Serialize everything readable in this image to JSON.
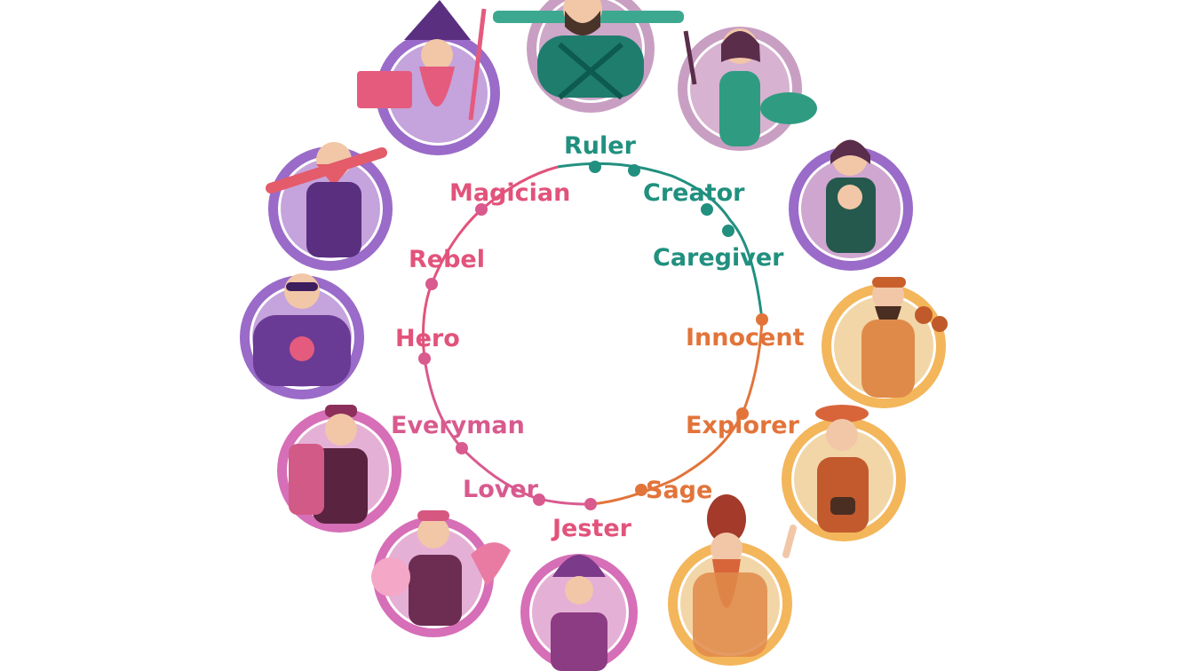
{
  "colors": {
    "teal": "#21907f",
    "orange": "#e2743a",
    "pink": "#e2537b",
    "rose": "#d85a8e",
    "lavender": "#ba86c6",
    "purple": "#6a3b94",
    "violet": "#9a6bc8",
    "mauve": "#c89fc2",
    "gold": "#f3b65a",
    "sand": "#f2d6a7",
    "magenta": "#d66fb7",
    "background": "#ffffff"
  },
  "archetypes": [
    {
      "label": "Ruler",
      "color": "teal",
      "figure": "warrior-with-sword"
    },
    {
      "label": "Creator",
      "color": "teal",
      "figure": "painter-with-palette"
    },
    {
      "label": "Caregiver",
      "color": "teal",
      "figure": "parent-with-baby"
    },
    {
      "label": "Innocent",
      "color": "orange",
      "figure": "hippie-with-flowers"
    },
    {
      "label": "Explorer",
      "color": "orange",
      "figure": "traveler-with-binoculars"
    },
    {
      "label": "Sage",
      "color": "orange",
      "figure": "sage-with-turban"
    },
    {
      "label": "Jester",
      "color": "pink",
      "figure": "jester"
    },
    {
      "label": "Lover",
      "color": "rose",
      "figure": "lover-with-flowers"
    },
    {
      "label": "Everyman",
      "color": "rose",
      "figure": "delivery-man"
    },
    {
      "label": "Hero",
      "color": "pink",
      "figure": "superhero"
    },
    {
      "label": "Rebel",
      "color": "pink",
      "figure": "masked-rebel"
    },
    {
      "label": "Magician",
      "color": "pink",
      "figure": "wizard-with-book"
    }
  ]
}
